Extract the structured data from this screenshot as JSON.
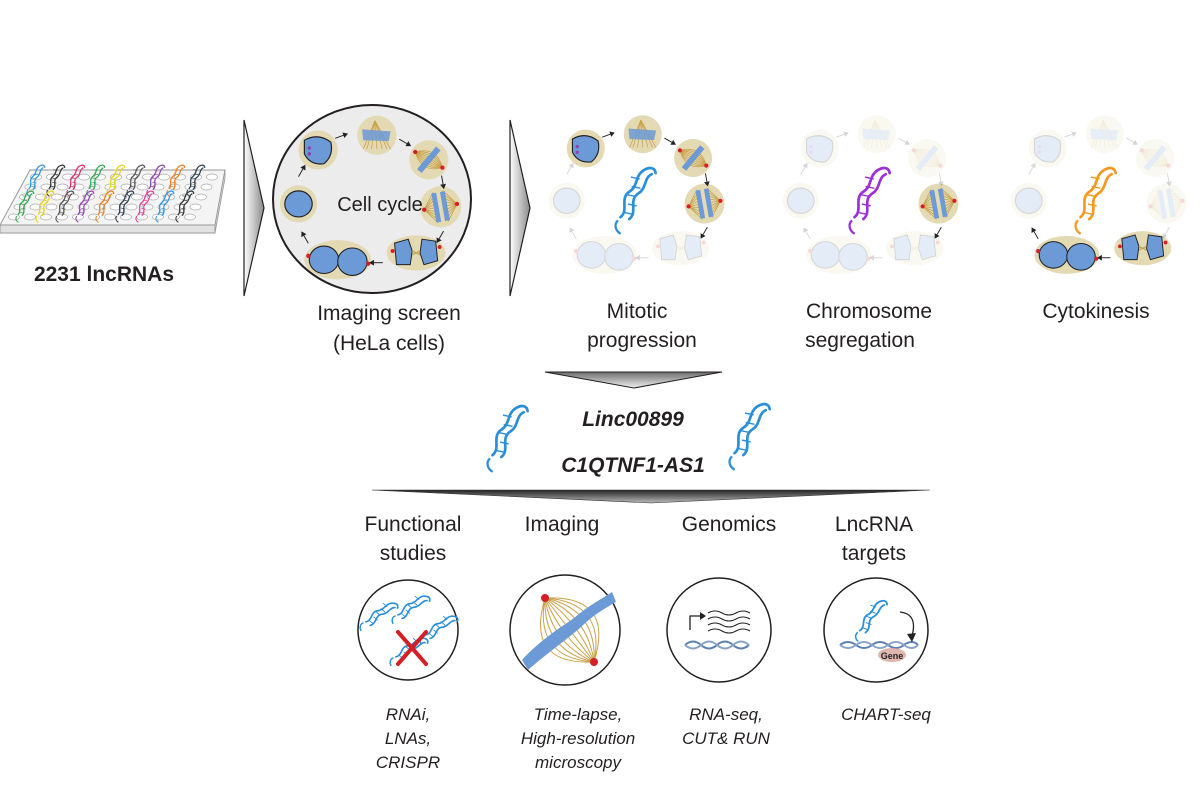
{
  "library": {
    "label": "2231 lncRNAs"
  },
  "screen": {
    "center_label": "Cell cycle",
    "caption_line1": "Imaging screen",
    "caption_line2": "(HeLa cells)"
  },
  "phenotypes": [
    {
      "line1": "Mitotic",
      "line2": "progression"
    },
    {
      "line1": "Chromosome",
      "line2": "segregation"
    },
    {
      "line1": "Cytokinesis",
      "line2": ""
    }
  ],
  "hits": [
    "Linc00899",
    "C1QTNF1-AS1"
  ],
  "methods": [
    {
      "title1": "Functional",
      "title2": "studies",
      "tech": [
        "RNAi,",
        "LNAs,",
        "CRISPR"
      ],
      "icon": "knockdown-icon"
    },
    {
      "title1": "Imaging",
      "title2": "",
      "tech": [
        "Time-lapse,",
        "High-resolution",
        "microscopy"
      ],
      "icon": "mitotic-spindle-icon"
    },
    {
      "title1": "Genomics",
      "title2": "",
      "tech": [
        "RNA-seq,",
        "CUT& RUN",
        ""
      ],
      "icon": "sequencing-icon"
    },
    {
      "title1": "LncRNA",
      "title2": "targets",
      "tech": [
        "CHART-seq",
        "",
        ""
      ],
      "icon": "gene-target-icon"
    }
  ],
  "gene_label": "Gene",
  "colors": {
    "text": "#231f20",
    "cell": "#6b9ad6",
    "cell_halo": "#e3d9b3",
    "spindle": "#c8a24a",
    "centrosome": "#d32027",
    "lncrna_blue": "#2a8fd6",
    "lncrna_purple": "#9b30d9",
    "lncrna_orange": "#f39a1e",
    "knockout_x": "#d32027"
  },
  "plate_colors": [
    "#2f95d8",
    "#333333",
    "#d6306f",
    "#2fa84f",
    "#e6d21d",
    "#555555",
    "#8e44ad",
    "#e67e22",
    "#2c3e50",
    "#e84393"
  ]
}
